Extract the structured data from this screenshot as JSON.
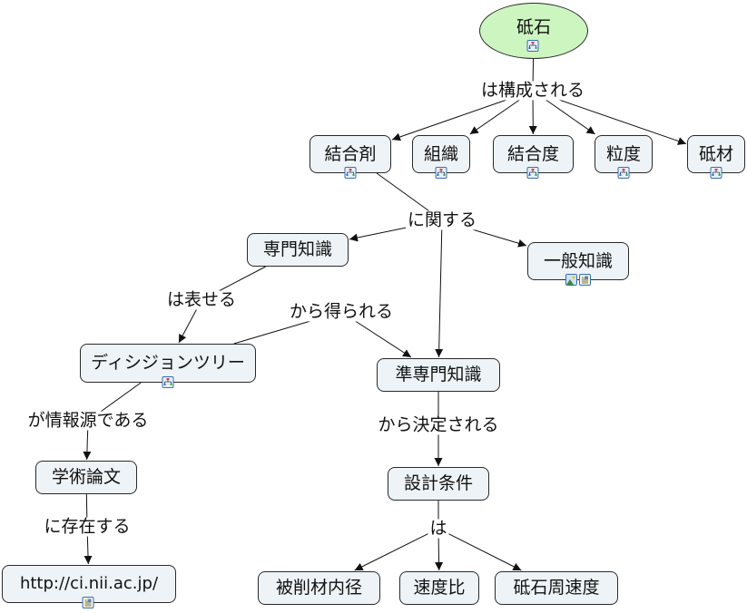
{
  "concept_map": {
    "nodes": [
      {
        "id": "toishi",
        "label": "砥石",
        "shape": "ellipse",
        "resources": [
          "concept-map-icon"
        ]
      },
      {
        "id": "ketsugozai",
        "label": "結合剤",
        "resources": [
          "concept-map-icon"
        ]
      },
      {
        "id": "soshiki",
        "label": "組織",
        "resources": [
          "concept-map-icon"
        ]
      },
      {
        "id": "ketsugodo",
        "label": "結合度",
        "resources": [
          "concept-map-icon"
        ]
      },
      {
        "id": "ryudo",
        "label": "粒度",
        "resources": [
          "concept-map-icon"
        ]
      },
      {
        "id": "tozai",
        "label": "砥材",
        "resources": [
          "concept-map-icon"
        ]
      },
      {
        "id": "senmon",
        "label": "専門知識",
        "resources": []
      },
      {
        "id": "ippan",
        "label": "一般知識",
        "resources": [
          "image-icon",
          "document-icon"
        ]
      },
      {
        "id": "decision",
        "label": "ディシジョンツリー",
        "resources": [
          "concept-map-icon"
        ]
      },
      {
        "id": "jun",
        "label": "準専門知識",
        "resources": []
      },
      {
        "id": "gakujutsu",
        "label": "学術論文",
        "resources": []
      },
      {
        "id": "url",
        "label": "http://ci.nii.ac.jp/",
        "resources": [
          "document-icon"
        ]
      },
      {
        "id": "sekkei",
        "label": "設計条件",
        "resources": []
      },
      {
        "id": "naikei",
        "label": "被削材内径",
        "resources": []
      },
      {
        "id": "sokudohi",
        "label": "速度比",
        "resources": []
      },
      {
        "id": "shusokudo",
        "label": "砥石周速度",
        "resources": []
      }
    ],
    "linking_phrases": [
      {
        "id": "p1",
        "label": "は構成される"
      },
      {
        "id": "p2",
        "label": "に関する"
      },
      {
        "id": "p3",
        "label": "は表せる"
      },
      {
        "id": "p4",
        "label": "から得られる"
      },
      {
        "id": "p5",
        "label": "が情報源である"
      },
      {
        "id": "p6",
        "label": "に存在する"
      },
      {
        "id": "p7",
        "label": "から決定される"
      },
      {
        "id": "p8",
        "label": "は"
      }
    ],
    "connections": [
      {
        "from": "toishi",
        "via": "p1",
        "to": [
          "ketsugozai",
          "soshiki",
          "ketsugodo",
          "ryudo",
          "tozai"
        ]
      },
      {
        "from": "ketsugozai",
        "via": "p2",
        "to": [
          "senmon",
          "jun",
          "ippan"
        ]
      },
      {
        "from": "senmon",
        "via": "p3",
        "to": [
          "decision"
        ]
      },
      {
        "from": "decision",
        "via": "p4",
        "to": [
          "jun"
        ]
      },
      {
        "from": "decision",
        "via": "p5",
        "to": [
          "gakujutsu"
        ]
      },
      {
        "from": "gakujutsu",
        "via": "p6",
        "to": [
          "url"
        ]
      },
      {
        "from": "jun",
        "via": "p7",
        "to": [
          "sekkei"
        ]
      },
      {
        "from": "sekkei",
        "via": "p8",
        "to": [
          "naikei",
          "sokudohi",
          "shusokudo"
        ]
      }
    ]
  },
  "colors": {
    "root_fill": "#ccf5c0",
    "node_fill": "#edf3f6",
    "border": "#2a2a2a",
    "line": "#111111"
  }
}
